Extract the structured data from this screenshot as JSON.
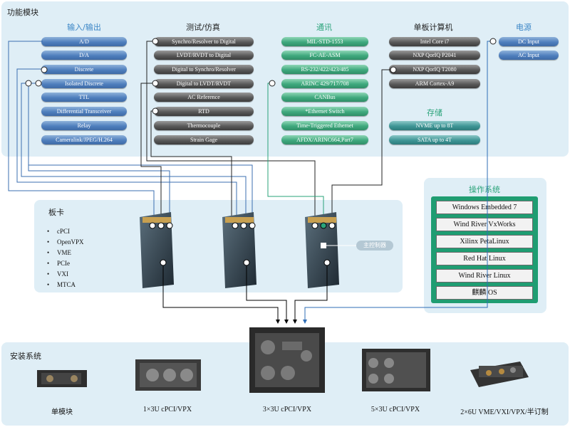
{
  "sections": {
    "functions_title": "功能模块",
    "board_title": "板卡",
    "os_title": "操作系统",
    "install_title": "安装系统",
    "storage_title": "存储",
    "main_controller": "主控制器"
  },
  "columns": {
    "io": {
      "title": "输入/输出",
      "items": [
        "A/D",
        "D/A",
        "Discrete",
        "Isolated Discrete",
        "TTL",
        "Differential Transceiver",
        "Relay",
        "Cameralink/JPEG/H.264"
      ]
    },
    "test": {
      "title": "测试/仿真",
      "items": [
        "Synchro/Resolver to Digital",
        "LVDT/RVDT to Digital",
        "Digital to Synchro/Resolver",
        "Digital to LVDT/RVDT",
        "AC Reference",
        "RTD",
        "Thermocouple",
        "Strain Gage"
      ]
    },
    "comm": {
      "title": "通讯",
      "items": [
        "MIL-STD-1553",
        "FC-AE-ASM",
        "RS-232/422/423/485",
        "ARINC 429/717/708",
        "CANBus",
        "*Ethernet Switch",
        "Time-Triggered Ethernet",
        "AFDX/ARINC664,Part7"
      ]
    },
    "sbc": {
      "title": "单板计算机",
      "items": [
        "Intel Core i7",
        "NXP QorIQ P2041",
        "NXP QorIQ T2080",
        "ARM Cortex-A9"
      ]
    },
    "power": {
      "title": "电源",
      "items": [
        "DC Input",
        "AC Input"
      ]
    },
    "storage": {
      "items": [
        "NVME up to 8T",
        "SATA up to 4T"
      ]
    }
  },
  "boards": [
    "cPCI",
    "OpenVPX",
    "VME",
    "PCIe",
    "VXI",
    "MTCA"
  ],
  "os": [
    "Windows Embedded 7",
    "Wind River VxWorks",
    "Xilinx PetaLinux",
    "Red Hat Linux",
    "Wind River Linux",
    "麒麟 OS"
  ],
  "products": [
    "单模块",
    "1×3U cPCI/VPX",
    "3×3U cPCI/VPX",
    "5×3U cPCI/VPX",
    "2×6U VME/VXI/VPX/半订制"
  ],
  "colors": {
    "io": "#4f7fbd",
    "test": "#5a5a5a",
    "comm": "#3fa97e",
    "title_green": "#2aa37a",
    "title_blue": "#3b86c6",
    "os_border": "#1f9d72",
    "panel": "#dfeef6"
  }
}
